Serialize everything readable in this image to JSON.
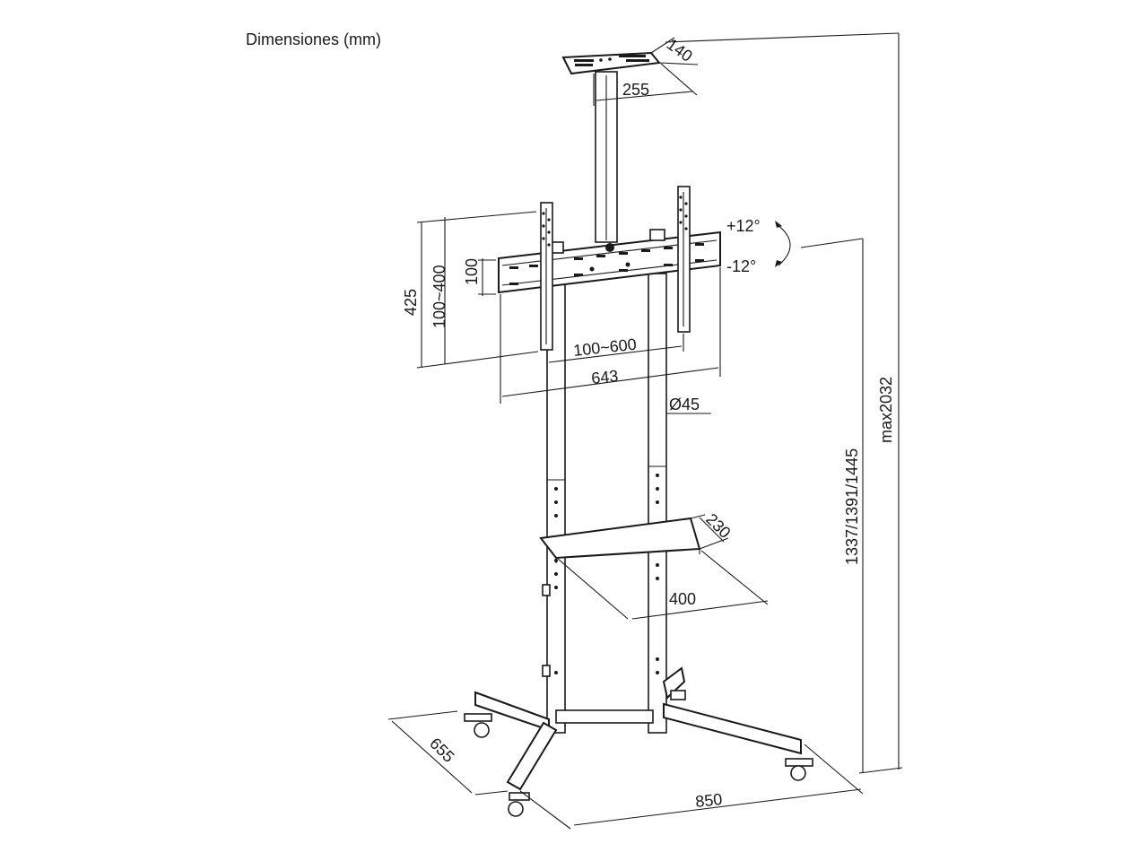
{
  "title": "Dimensiones (mm)",
  "dimensions": {
    "top_tray_depth": "140",
    "top_tray_width": "255",
    "tilt_up": "+12°",
    "tilt_down": "-12°",
    "vesa_vertical_outer": "425",
    "vesa_vertical_range": "100~400",
    "vesa_vertical_min": "100",
    "vesa_horizontal_range": "100~600",
    "bracket_width": "643",
    "pole_diameter": "Ø45",
    "shelf_depth": "230",
    "shelf_width": "400",
    "height_options": "1337/1391/1445",
    "max_height": "max2032",
    "base_depth": "655",
    "base_width": "850"
  }
}
